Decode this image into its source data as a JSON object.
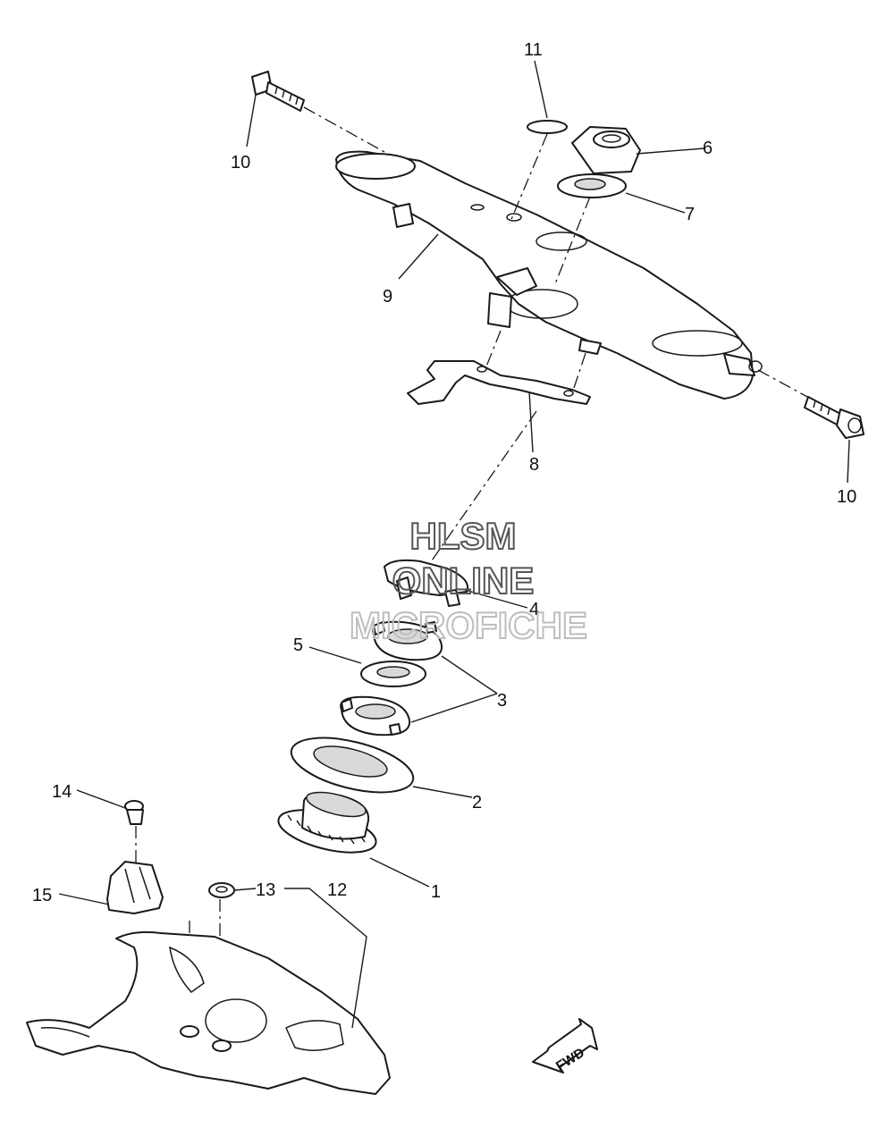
{
  "callouts": {
    "c1": "1",
    "c2": "2",
    "c3": "3",
    "c4": "4",
    "c5": "5",
    "c6": "6",
    "c7": "7",
    "c8": "8",
    "c9": "9",
    "c10a": "10",
    "c10b": "10",
    "c11": "11",
    "c12": "12",
    "c13": "13",
    "c14": "14",
    "c15": "15"
  },
  "watermark": {
    "line1": "HLSM",
    "line2": "ONLINE",
    "line3": "MICROFICHE",
    "color": "#555555",
    "faint_color": "#bdbdbd"
  },
  "fwd_label": "FWD"
}
